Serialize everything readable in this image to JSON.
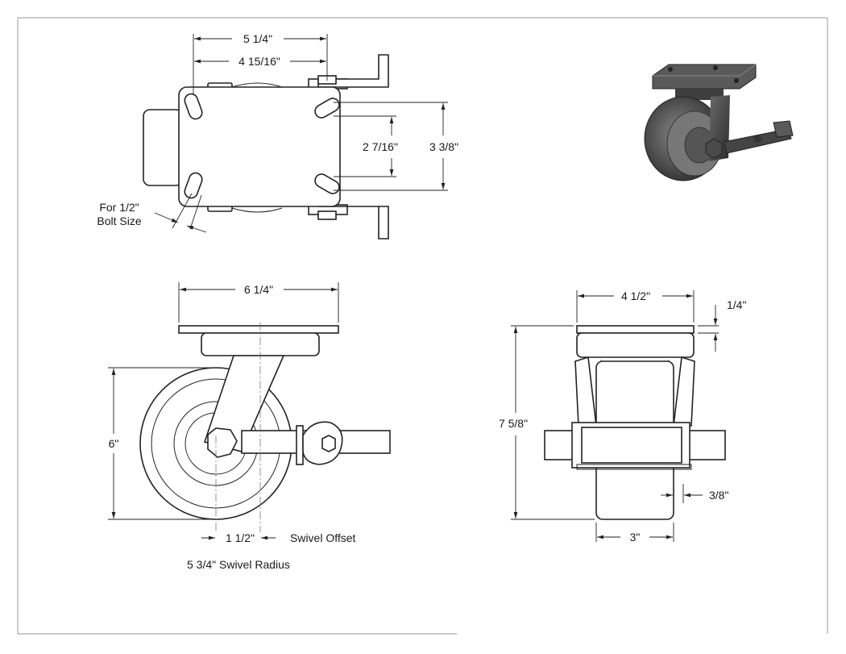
{
  "drawing": {
    "top_view": {
      "width_overall": "5 1/4\"",
      "bolt_spacing_x": "4 15/16\"",
      "bolt_spacing_y": "2 7/16\"",
      "plate_height": "3 3/8\"",
      "bolt_note_line1": "For 1/2\"",
      "bolt_note_line2": "Bolt Size"
    },
    "side_view": {
      "plate_width": "6 1/4\"",
      "wheel_diameter": "6\"",
      "swivel_offset_value": "1 1/2\"",
      "swivel_offset_label": "Swivel Offset",
      "swivel_radius": "5 3/4\" Swivel Radius"
    },
    "front_view": {
      "plate_width": "4 1/2\"",
      "plate_thickness": "1/4\"",
      "overall_height": "7 5/8\"",
      "clearance": "3/8\"",
      "wheel_width": "3\""
    },
    "iso_view": {
      "icon": "caster-wheel-3d-render-icon"
    }
  }
}
